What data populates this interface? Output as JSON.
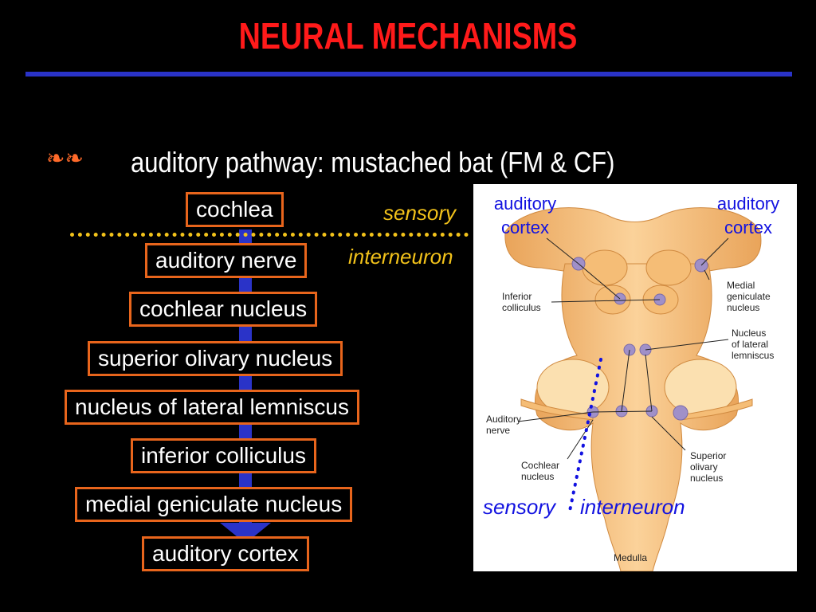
{
  "slide": {
    "title": "NEURAL MECHANISMS",
    "bullet_glyph": "❧❧",
    "heading": "auditory pathway: mustached bat (FM & CF)"
  },
  "pathway": {
    "boxes": [
      "cochlea",
      "auditory nerve",
      "cochlear nucleus",
      "superior olivary nucleus",
      "nucleus of lateral lemniscus",
      "inferior colliculus",
      "medial geniculate nucleus",
      "auditory cortex"
    ],
    "sensory_label": "sensory",
    "interneuron_label": "interneuron"
  },
  "brain_figure": {
    "cortex_left": [
      "auditory",
      "cortex"
    ],
    "cortex_right": [
      "auditory",
      "cortex"
    ],
    "labels": {
      "inferior_colliculus": [
        "Inferior",
        "colliculus"
      ],
      "medial_geniculate": [
        "Medial",
        "geniculate",
        "nucleus"
      ],
      "lateral_lemniscus": [
        "Nucleus",
        "of lateral",
        "lemniscus"
      ],
      "auditory_nerve": [
        "Auditory",
        "nerve"
      ],
      "cochlear_nucleus": [
        "Cochlear",
        "nucleus"
      ],
      "superior_olivary": [
        "Superior",
        "olivary",
        "nucleus"
      ],
      "medulla": "Medulla"
    },
    "sensory_label": "sensory",
    "interneuron_label": "interneuron"
  },
  "colors": {
    "title": "#ff1a1a",
    "rule": "#2a33c8",
    "box_border": "#e8651c",
    "dotted_divider": "#f2c21a",
    "figure_blue": "#1212e0",
    "brain_fill": "#f7c27a"
  }
}
